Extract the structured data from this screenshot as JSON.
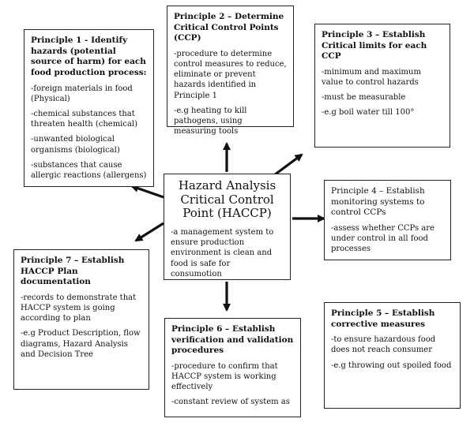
{
  "center": {
    "title": "Hazard Analysis Critical Control Point (HACCP)",
    "description": "-a management system to ensure production environment is clean and food is safe for consumotion"
  },
  "principle1": {
    "title": "Principle 1 - Identify hazards (potential source of harm) for each food production process:",
    "items": [
      "-foreign materials in food (Physical)",
      "-chemical substances that threaten health (chemical)",
      "-unwanted biological organisms (biological)",
      "-substances that cause allergic reactions (allergens)"
    ]
  },
  "principle2": {
    "title": "Principle 2 – Determine Critical Control Points (CCP)",
    "items": [
      "-procedure to determine control measures to reduce, eliminate or prevent hazards identified in Principle 1",
      "-e.g heating to kill pathogens, using measuring tools"
    ]
  },
  "principle3": {
    "title": "Principle 3 – Establish Critical limits for each CCP",
    "items": [
      "-minimum and maximum value to control hazards",
      "-must be measurable",
      "-e.g boil water till 100°"
    ]
  },
  "principle4": {
    "title": "Principle 4 – Establish monitoring systems to control CCPs",
    "items": [
      "-assess whether CCPs are under control in all food processes"
    ]
  },
  "principle5": {
    "title": "Principle 5 – Establish corrective measures",
    "items": [
      "-to ensure hazardous food does not reach consumer",
      "-e.g throwing out spoiled food"
    ]
  },
  "principle6": {
    "title": "Principle 6 – Establish verification and validation procedures",
    "items": [
      "-procedure to confirm that HACCP system is working effectively",
      "-constant review of system as"
    ]
  },
  "principle7": {
    "title": "Principle 7 – Establish HACCP Plan documentation",
    "items": [
      "-records to demonstrate that HACCP system is going according to plan",
      "-e.g Product Description, flow diagrams, Hazard Analysis and Decision Tree"
    ]
  }
}
